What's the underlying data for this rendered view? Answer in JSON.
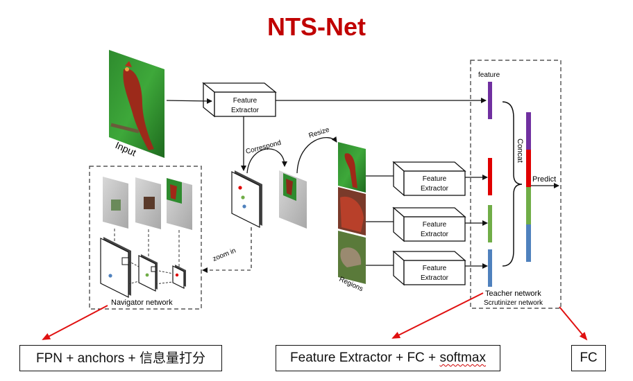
{
  "title": "NTS-Net",
  "colors": {
    "title": "#c00000",
    "arrow_red": "#e01010",
    "feature_purple": "#7030a0",
    "feature_red": "#e00000",
    "feature_green": "#70ad47",
    "feature_blue": "#4f81bd"
  },
  "labels": {
    "input": "Input",
    "feature_extractor_line1": "Feature",
    "feature_extractor_line2": "Extractor",
    "correspond": "Correspond",
    "resize": "Resize",
    "zoom_in": "zoom in",
    "regions": "Regions",
    "navigator_network": "Navigator network",
    "feature": "feature",
    "concat": "Concat",
    "predict": "Predict",
    "teacher_network": "Teacher network",
    "scrutinizer_network": "Scrutinizer network"
  },
  "callouts": {
    "navigator_prefix": "FPN + anchors + ",
    "navigator_cjk": "信息量打分",
    "teacher_prefix": "Feature Extractor + FC + ",
    "teacher_softmax": "softmax",
    "scrutinizer": "FC"
  }
}
